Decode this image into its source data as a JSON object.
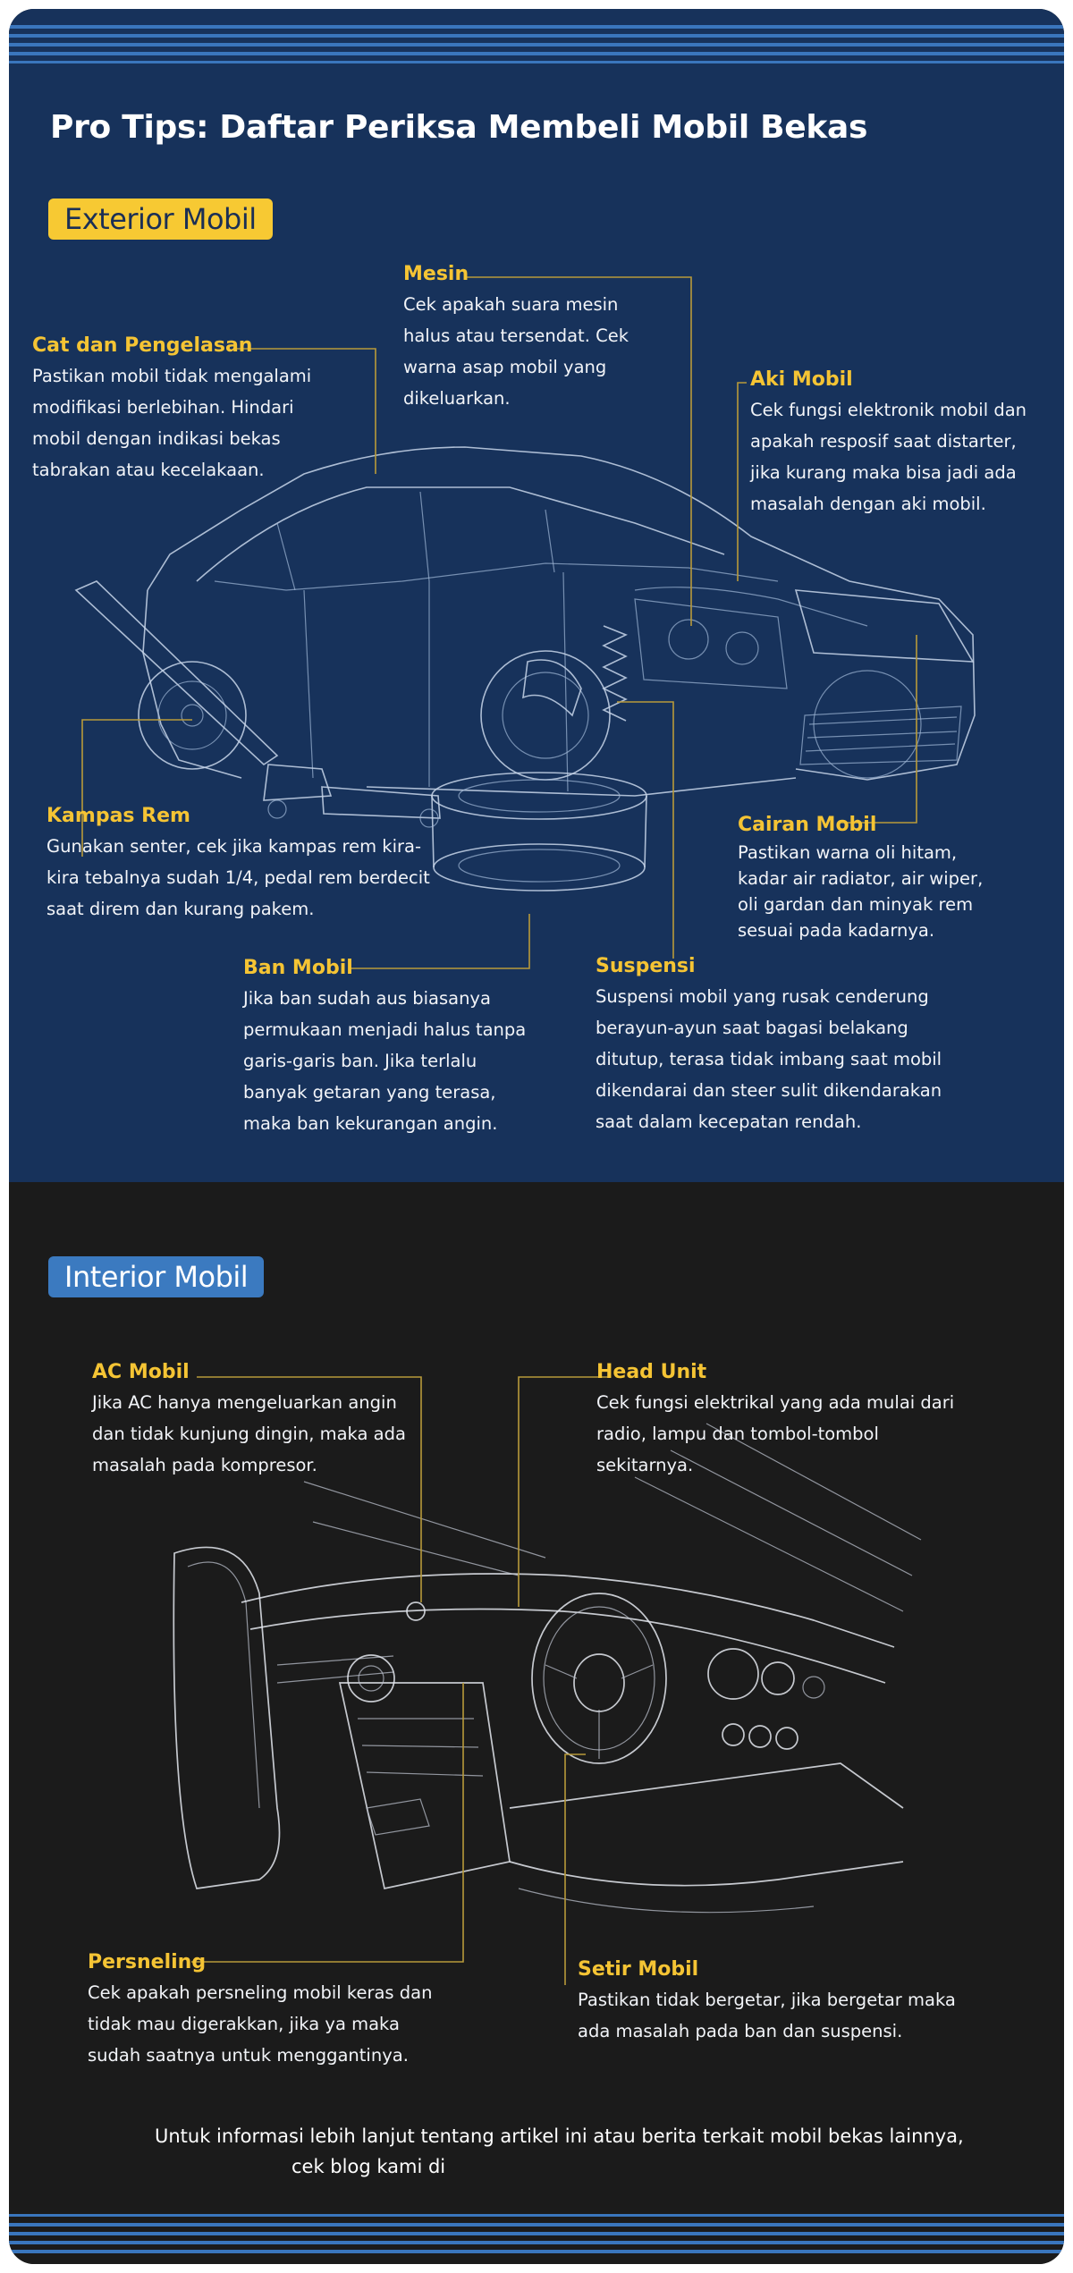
{
  "title": "Pro Tips: Daftar Periksa Membeli Mobil Bekas",
  "exterior": {
    "badge": "Exterior Mobil",
    "items": [
      {
        "heading": "Mesin",
        "text": "Cek apakah suara mesin halus atau tersendat. Cek warna asap mobil yang dikeluarkan."
      },
      {
        "heading": "Cat dan Pengelasan",
        "text": "Pastikan mobil tidak mengalami modifikasi berlebihan. Hindari mobil dengan indikasi bekas tabrakan atau kecelakaan."
      },
      {
        "heading": "Aki Mobil",
        "text": "Cek fungsi elektronik mobil dan apakah resposif saat distarter, jika kurang maka bisa jadi ada masalah dengan aki mobil."
      },
      {
        "heading": "Kampas Rem",
        "text": "Gunakan senter, cek jika kampas rem kira-kira tebalnya sudah 1/4, pedal rem berdecit saat direm dan kurang pakem."
      },
      {
        "heading": "Cairan Mobil",
        "text": "Pastikan warna oli hitam, kadar air radiator, air wiper, oli gardan dan minyak rem sesuai pada kadarnya."
      },
      {
        "heading": "Ban Mobil",
        "text": "Jika ban sudah aus biasanya permukaan menjadi halus tanpa garis-garis ban. Jika terlalu banyak getaran yang terasa, maka ban kekurangan angin."
      },
      {
        "heading": "Suspensi",
        "text": "Suspensi mobil yang rusak cenderung berayun-ayun saat bagasi belakang ditutup, terasa tidak imbang saat mobil dikendarai dan steer sulit dikendarakan saat dalam kecepatan rendah."
      }
    ]
  },
  "interior": {
    "badge": "Interior Mobil",
    "items": [
      {
        "heading": "AC Mobil",
        "text": "Jika AC hanya mengeluarkan angin dan tidak kunjung dingin, maka ada masalah pada kompresor."
      },
      {
        "heading": "Head Unit",
        "text": "Cek fungsi elektrikal yang ada mulai dari radio, lampu dan tombol-tombol sekitarnya."
      },
      {
        "heading": "Persneling",
        "text": "Cek apakah persneling mobil keras dan tidak mau digerakkan, jika ya maka sudah saatnya untuk menggantinya."
      },
      {
        "heading": "Setir Mobil",
        "text": "Pastikan tidak bergetar, jika bergetar maka ada masalah pada ban dan suspensi."
      }
    ]
  },
  "footer": {
    "line1": "Untuk informasi lebih lanjut tentang artikel ini atau berita terkait mobil bekas lainnya,",
    "line2": "cek blog kami di"
  },
  "colors": {
    "exterior_bg": "#17325b",
    "interior_bg": "#1b1b1b",
    "accent_yellow": "#f5c434",
    "accent_blue": "#3b7ac0"
  },
  "illustrations": [
    "car-wireframe-illustration",
    "dashboard-wireframe-illustration"
  ]
}
